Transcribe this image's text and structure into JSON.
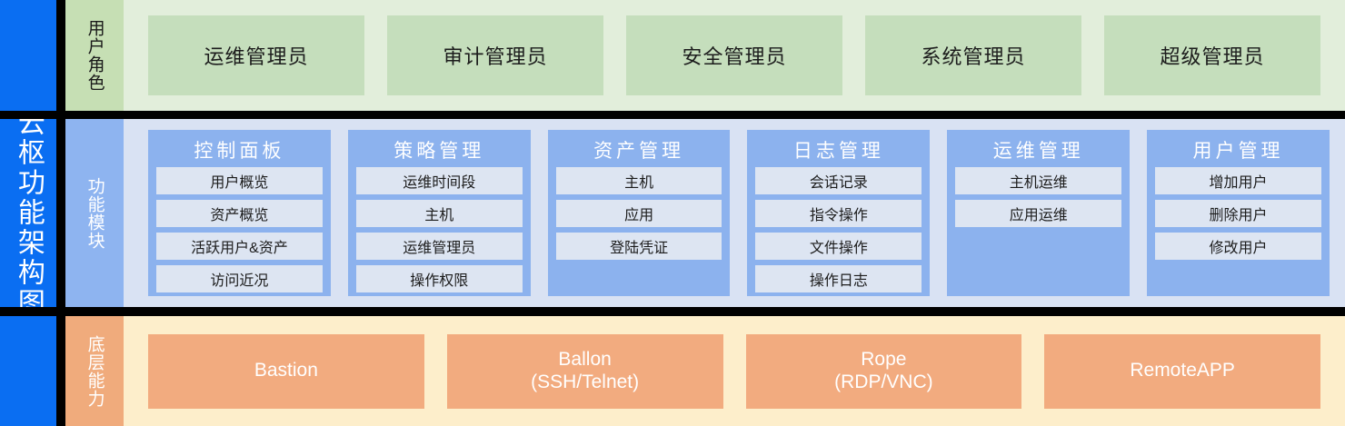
{
  "title_bar": {
    "text": "云枢功能架构图",
    "color": "#0a6ef2"
  },
  "bands": {
    "roles": {
      "label": "用户角色",
      "label_color": "#c6dfb4",
      "body_color": "#e2eedb",
      "box_color": "#c5debc",
      "items": [
        {
          "label": "运维管理员"
        },
        {
          "label": "审计管理员"
        },
        {
          "label": "安全管理员"
        },
        {
          "label": "系统管理员"
        },
        {
          "label": "超级管理员"
        }
      ]
    },
    "modules": {
      "label": "功能模块",
      "label_color": "#8eb4f0",
      "body_color": "#d9e2f3",
      "card_color": "#8cb2ee",
      "item_color": "#dde5f2",
      "cards": [
        {
          "title": "控制面板",
          "items": [
            "用户概览",
            "资产概览",
            "活跃用户&资产",
            "访问近况"
          ]
        },
        {
          "title": "策略管理",
          "items": [
            "运维时间段",
            "主机",
            "运维管理员",
            "操作权限"
          ]
        },
        {
          "title": "资产管理",
          "items": [
            "主机",
            "应用",
            "登陆凭证"
          ]
        },
        {
          "title": "日志管理",
          "items": [
            "会话记录",
            "指令操作",
            "文件操作",
            "操作日志"
          ]
        },
        {
          "title": "运维管理",
          "items": [
            "主机运维",
            "应用运维"
          ]
        },
        {
          "title": "用户管理",
          "items": [
            "增加用户",
            "删除用户",
            "修改用户"
          ]
        }
      ]
    },
    "base": {
      "label": "底层能力",
      "label_color": "#f0ab7c",
      "body_color": "#fdeecb",
      "box_color": "#f2ab7f",
      "items": [
        {
          "label": "Bastion"
        },
        {
          "label": "Ballon\n(SSH/Telnet)"
        },
        {
          "label": "Rope\n(RDP/VNC)"
        },
        {
          "label": "RemoteAPP"
        }
      ]
    }
  }
}
